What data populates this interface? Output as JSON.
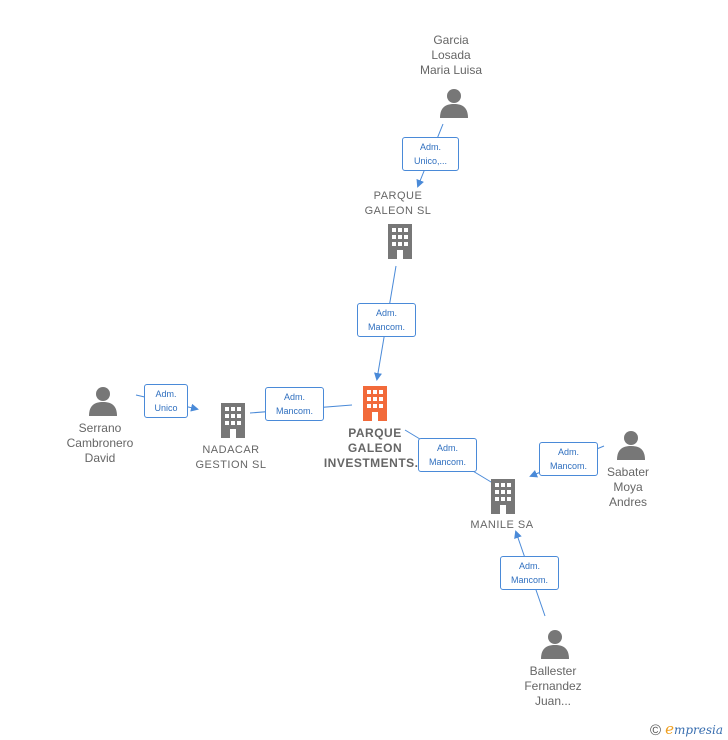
{
  "persons": {
    "garcia": {
      "name": "Garcia\nLosada\nMaria Luisa"
    },
    "serrano": {
      "name": "Serrano\nCambronero\nDavid"
    },
    "sabater": {
      "name": "Sabater\nMoya\nAndres"
    },
    "ballester": {
      "name": "Ballester\nFernandez\nJuan..."
    }
  },
  "companies": {
    "parque_galeon_sl": {
      "name": "PARQUE\nGALEON SL"
    },
    "nadacar": {
      "name": "NADACAR\nGESTION SL"
    },
    "focus": {
      "name": "PARQUE\nGALEON\nINVESTMENTS..."
    },
    "manile": {
      "name": "MANILE SA"
    }
  },
  "relations": {
    "garcia_to_parque": "Adm.\nUnico,...",
    "parque_to_focus": "Adm.\nMancom.",
    "serrano_to_nadacar": "Adm.\nUnico",
    "nadacar_to_focus": "Adm.\nMancom.",
    "focus_manile": "Adm.\nMancom.",
    "sabater_to_manile": "Adm.\nMancom.",
    "ballester_to_manile": "Adm.\nMancom."
  },
  "colors": {
    "person_icon": "#777777",
    "company_icon": "#777777",
    "focus_icon": "#f26a3a",
    "edge": "#4a8ad8"
  },
  "icons": {
    "person": "person-icon",
    "company": "building-icon"
  },
  "brand": {
    "copyright": "©",
    "e": "e",
    "rest": "mpresia"
  }
}
